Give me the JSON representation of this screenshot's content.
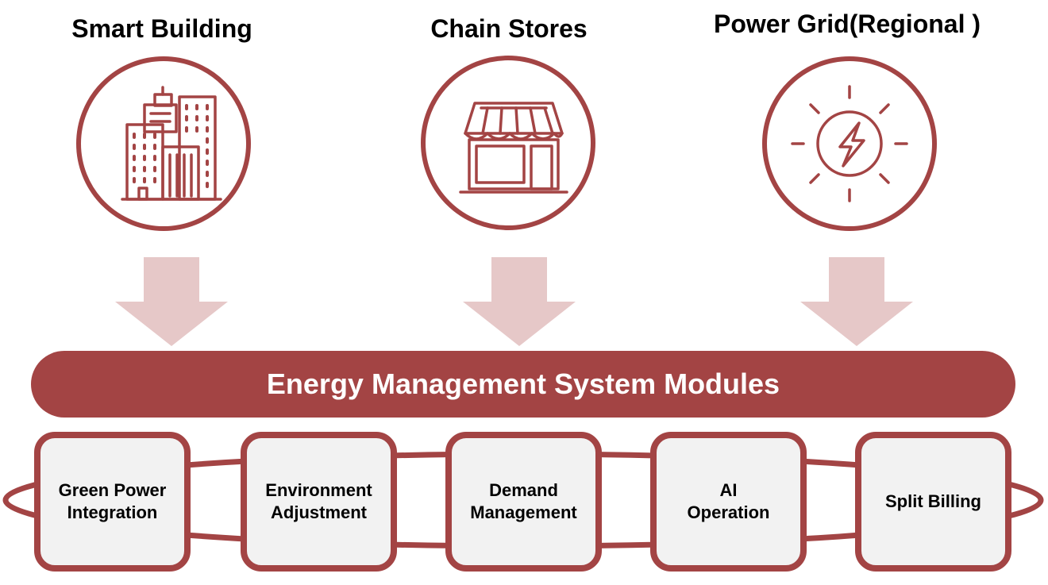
{
  "sources": [
    {
      "title": "Smart Building",
      "icon": "office-building-icon"
    },
    {
      "title": "Chain Stores",
      "icon": "storefront-icon"
    },
    {
      "title": "Power Grid(Regional )",
      "icon": "sun-lightning-icon"
    }
  ],
  "banner": {
    "label": "Energy Management System Modules"
  },
  "modules": [
    {
      "label": "Green Power\nIntegration"
    },
    {
      "label": "Environment\nAdjustment"
    },
    {
      "label": "Demand\nManagement"
    },
    {
      "label": "AI\nOperation"
    },
    {
      "label": "Split Billing"
    }
  ],
  "colors": {
    "accent": "#a34444",
    "arrow": "#e6c8c8",
    "module_fill": "#f2f2f2"
  }
}
